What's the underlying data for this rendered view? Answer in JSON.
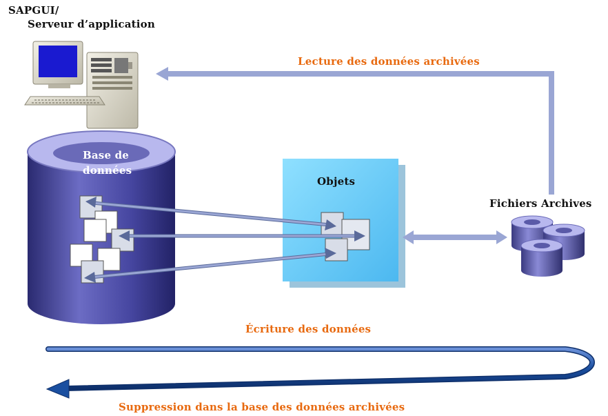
{
  "labels": {
    "server_line1": "SAPGUI/",
    "server_line2": "Serveur d’application",
    "read_archived": "Lecture des données archivées",
    "db_line1": "Base de",
    "db_line2": "données",
    "objects": "Objets",
    "archive_files": "Fichiers Archives",
    "write_data": "Écriture des données",
    "delete_archived": "Suppression dans la base des données archivées"
  },
  "colors": {
    "db_body": "#4a4aa0",
    "db_top": "#b8b8ee",
    "objects_box": "#66ccff",
    "arrow_light": "#9aa6d4",
    "arrow_dark": "#1a4fa0",
    "label_orange": "#e86a10",
    "screen_blue": "#1a1ad0"
  }
}
